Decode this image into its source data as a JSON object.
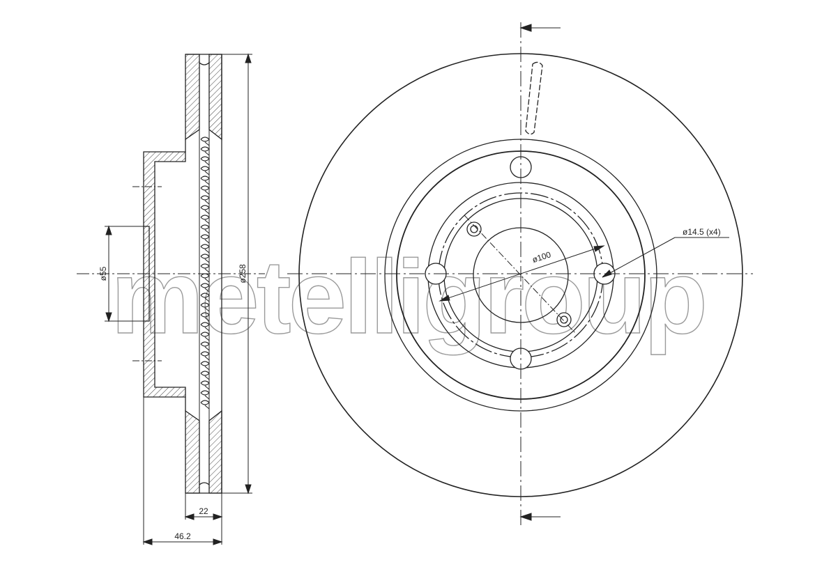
{
  "watermark": {
    "text": "metelligroup"
  },
  "side_view": {
    "dim_hub_bore": "ø55",
    "dim_outer_diameter": "ø258",
    "dim_thickness": "22",
    "dim_height": "46.2"
  },
  "front_view": {
    "dim_pcd": "ø100",
    "dim_bolt_hole": "ø14.5 (x4)"
  },
  "colors": {
    "line": "#222222",
    "watermark": "#9a9a9a"
  }
}
